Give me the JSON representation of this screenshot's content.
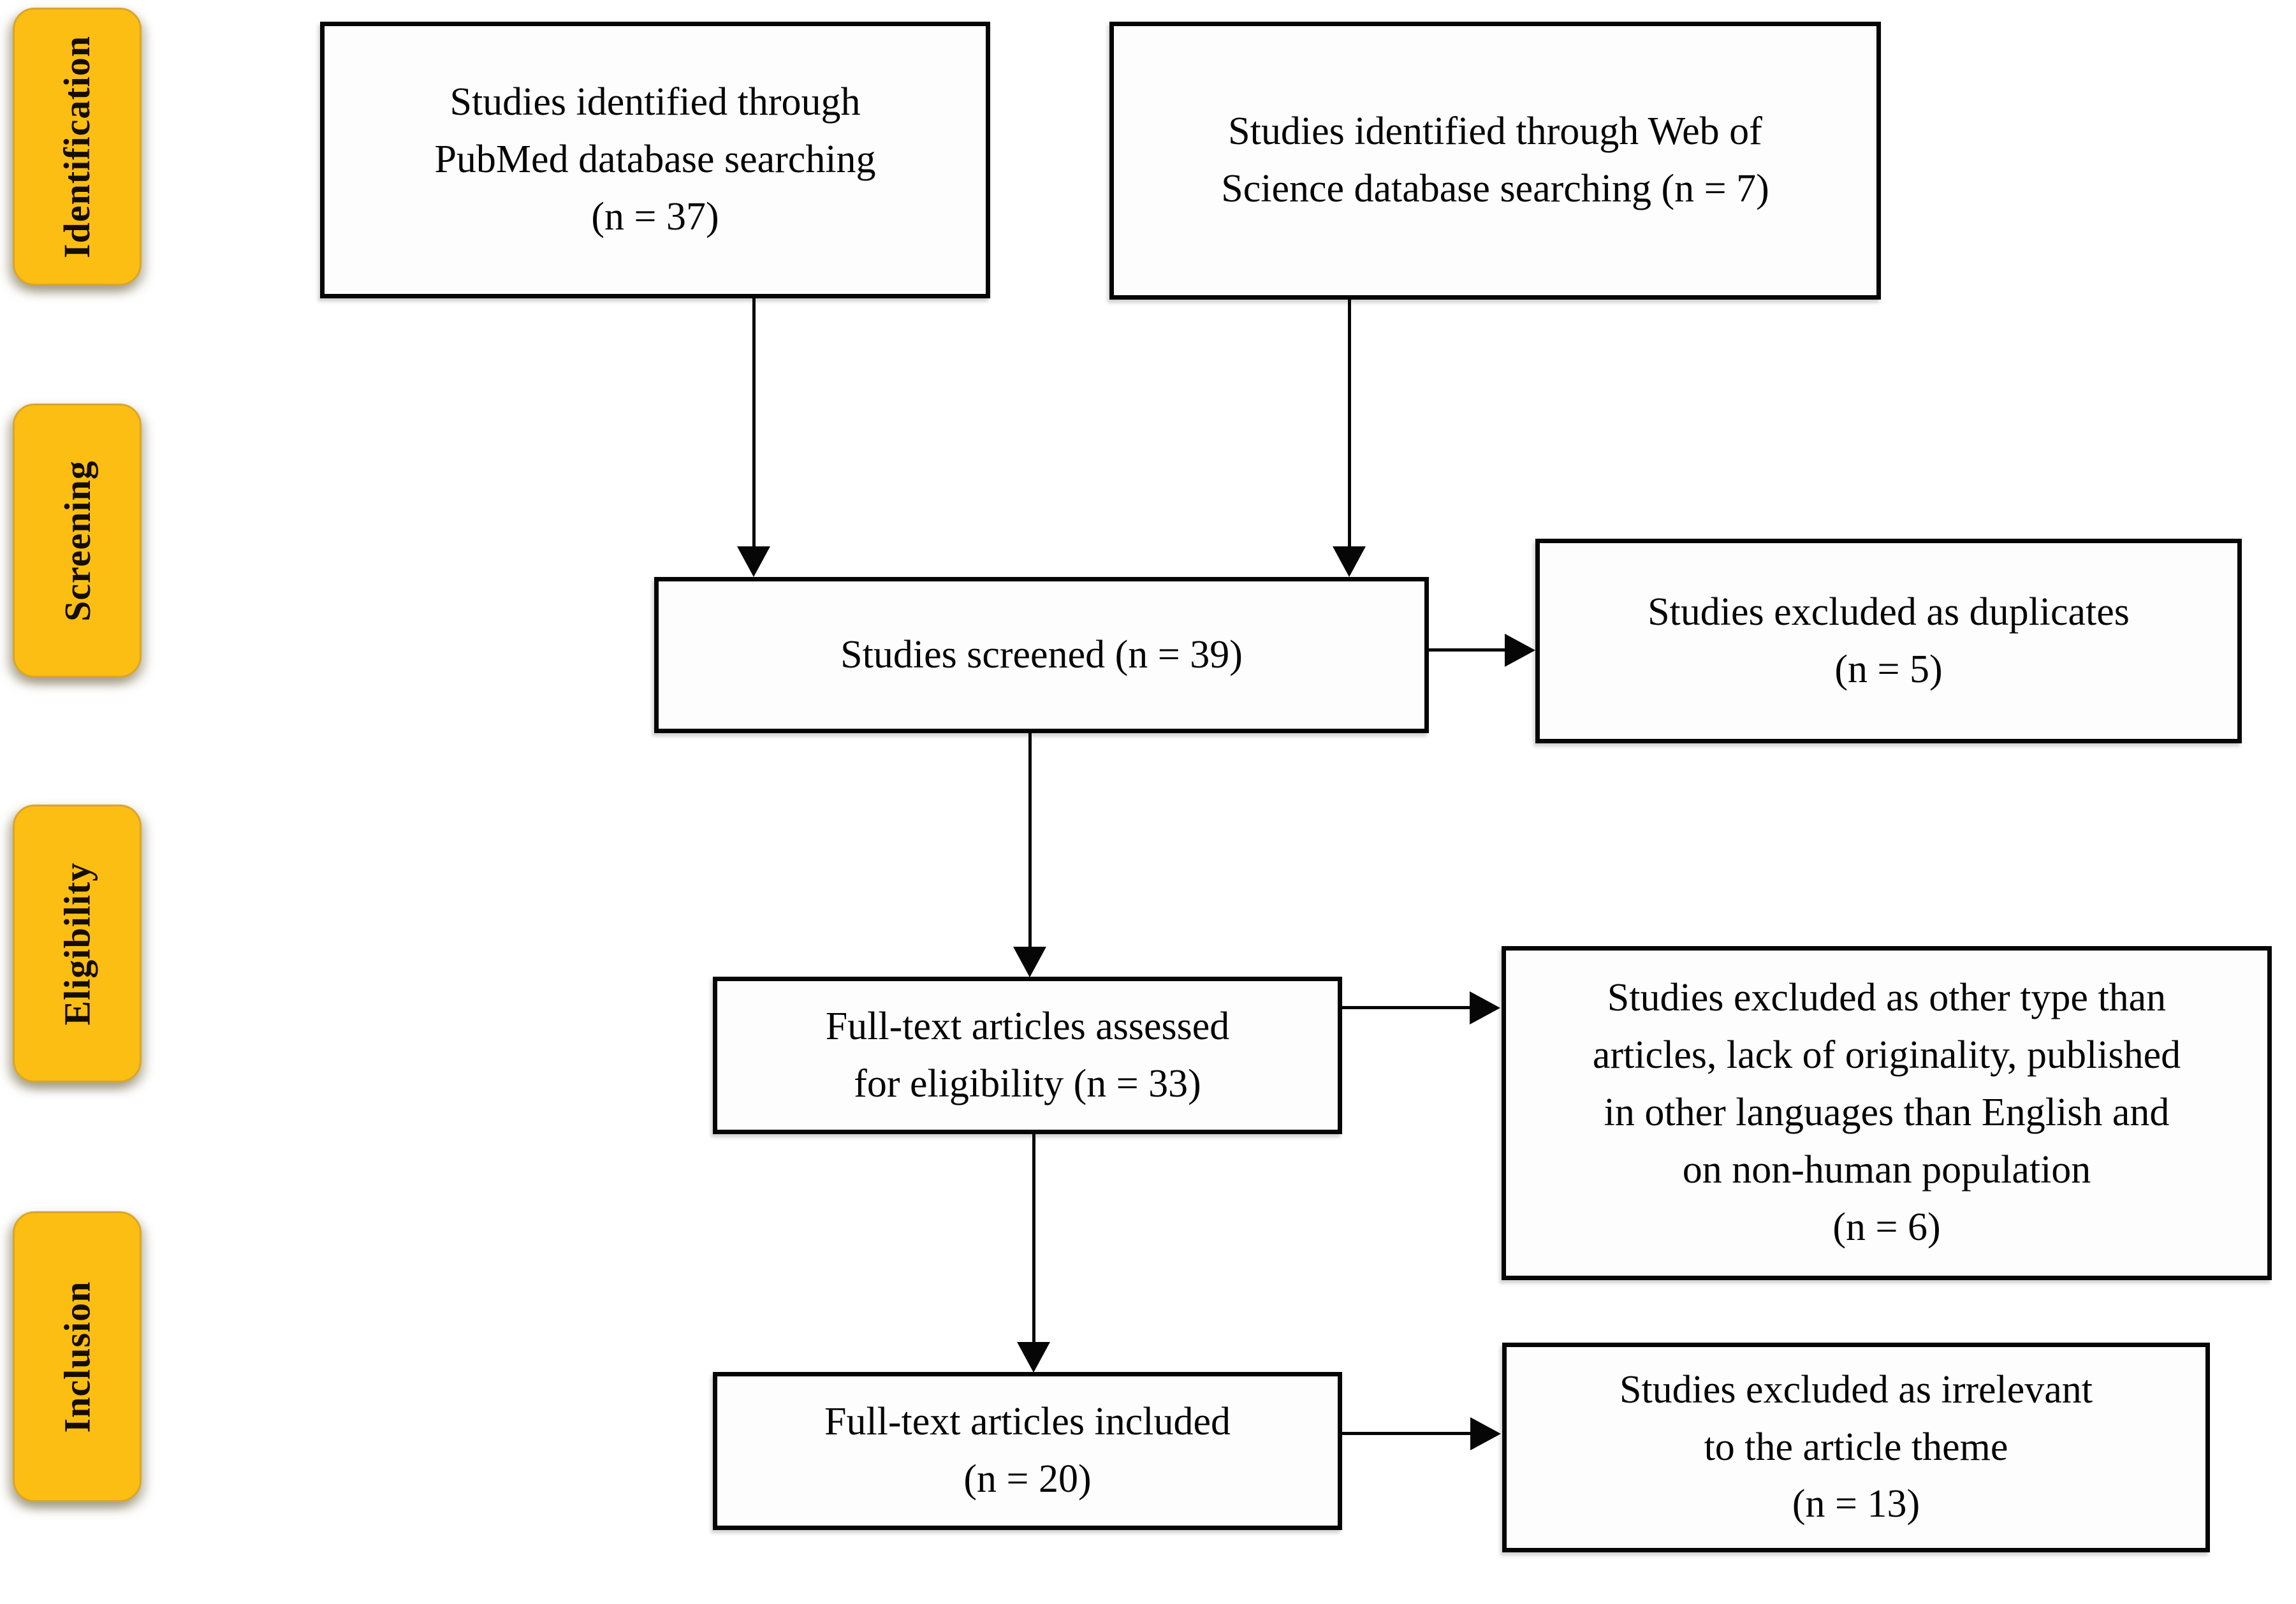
{
  "palette": {
    "page_bg": "#ffffff",
    "stage_fill": "#fcbe13",
    "stage_border": "#d9a62a",
    "stage_text": "#140d02",
    "box_fill": "#fdfdfd",
    "box_border": "#060606",
    "text": "#060606",
    "connector": "#060606"
  },
  "stages": [
    {
      "label": "Identification"
    },
    {
      "label": "Screening"
    },
    {
      "label": "Eligibility"
    },
    {
      "label": "Inclusion"
    }
  ],
  "boxes": {
    "pubmed": {
      "text": "Studies identified through\nPubMed database searching\n(n = 37)",
      "count": 37
    },
    "wos": {
      "text": "Studies identified through Web of\nScience database searching (n = 7)",
      "count": 7
    },
    "screened": {
      "text": "Studies screened (n = 39)",
      "count": 39
    },
    "duplicates": {
      "text": "Studies excluded as duplicates\n(n = 5)",
      "count": 5
    },
    "assessed": {
      "text": "Full-text articles assessed\nfor eligibility (n = 33)",
      "count": 33
    },
    "excluded_other": {
      "text": "Studies excluded as other type than\narticles, lack of originality, published\nin other languages than English and\non non-human population\n(n = 6)",
      "count": 6
    },
    "included": {
      "text": "Full-text articles included\n(n = 20)",
      "count": 20
    },
    "excluded_irrelevant": {
      "text": "Studies excluded as irrelevant\nto the article theme\n(n = 13)",
      "count": 13
    }
  }
}
